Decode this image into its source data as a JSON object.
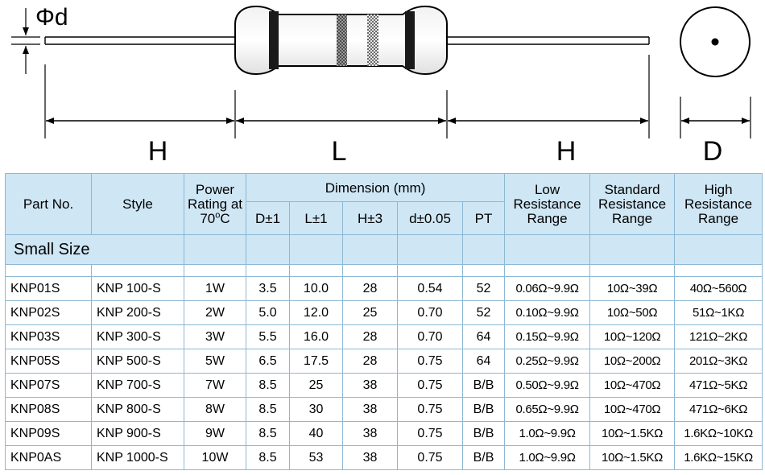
{
  "diagram": {
    "phi_label": "Φd",
    "dim_h_left": "H",
    "dim_l": "L",
    "dim_h_right": "H",
    "dim_d": "D"
  },
  "table": {
    "headers": {
      "part_no": "Part No.",
      "style": "Style",
      "power_rating": "Power Rating at 70",
      "power_sup": "o",
      "power_unit": "C",
      "dimension": "Dimension (mm)",
      "d": "D±1",
      "l": "L±1",
      "h": "H±3",
      "d_small": "d±0.05",
      "pt": "PT",
      "low": "Low Resistance Range",
      "standard": "Standard Resistance Range",
      "high": "High Resistance Range"
    },
    "section": "Small Size",
    "rows": [
      {
        "part": "KNP01S",
        "style": "KNP 100-S",
        "power": "1W",
        "D": "3.5",
        "L": "10.0",
        "H": "28",
        "d": "0.54",
        "pt": "52",
        "low": "0.06Ω~9.9Ω",
        "std": "10Ω~39Ω",
        "high": "40Ω~560Ω"
      },
      {
        "part": "KNP02S",
        "style": "KNP 200-S",
        "power": "2W",
        "D": "5.0",
        "L": "12.0",
        "H": "25",
        "d": "0.70",
        "pt": "52",
        "low": "0.10Ω~9.9Ω",
        "std": "10Ω~50Ω",
        "high": "51Ω~1KΩ"
      },
      {
        "part": "KNP03S",
        "style": "KNP 300-S",
        "power": "3W",
        "D": "5.5",
        "L": "16.0",
        "H": "28",
        "d": "0.70",
        "pt": "64",
        "low": "0.15Ω~9.9Ω",
        "std": "10Ω~120Ω",
        "high": "121Ω~2KΩ"
      },
      {
        "part": "KNP05S",
        "style": "KNP 500-S",
        "power": "5W",
        "D": "6.5",
        "L": "17.5",
        "H": "28",
        "d": "0.75",
        "pt": "64",
        "low": "0.25Ω~9.9Ω",
        "std": "10Ω~200Ω",
        "high": "201Ω~3KΩ"
      },
      {
        "part": "KNP07S",
        "style": "KNP 700-S",
        "power": "7W",
        "D": "8.5",
        "L": "25",
        "H": "38",
        "d": "0.75",
        "pt": "B/B",
        "low": "0.50Ω~9.9Ω",
        "std": "10Ω~470Ω",
        "high": "471Ω~5KΩ"
      },
      {
        "part": "KNP08S",
        "style": "KNP 800-S",
        "power": "8W",
        "D": "8.5",
        "L": "30",
        "H": "38",
        "d": "0.75",
        "pt": "B/B",
        "low": "0.65Ω~9.9Ω",
        "std": "10Ω~470Ω",
        "high": "471Ω~6KΩ"
      },
      {
        "part": "KNP09S",
        "style": "KNP 900-S",
        "power": "9W",
        "D": "8.5",
        "L": "40",
        "H": "38",
        "d": "0.75",
        "pt": "B/B",
        "low": "1.0Ω~9.9Ω",
        "std": "10Ω~1.5KΩ",
        "high": "1.6KΩ~10KΩ"
      },
      {
        "part": "KNP0AS",
        "style": "KNP 1000-S",
        "power": "10W",
        "D": "8.5",
        "L": "53",
        "H": "38",
        "d": "0.75",
        "pt": "B/B",
        "low": "1.0Ω~9.9Ω",
        "std": "10Ω~1.5KΩ",
        "high": "1.6KΩ~15KΩ"
      }
    ]
  }
}
